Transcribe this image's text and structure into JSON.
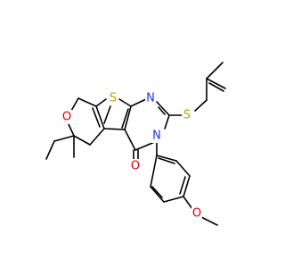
{
  "atoms": [
    {
      "id": "S_thiophene",
      "label": "S",
      "color": "#b8a400"
    },
    {
      "id": "N_upper",
      "label": "N",
      "color": "#2233dd"
    },
    {
      "id": "N_lower",
      "label": "N",
      "color": "#2233dd"
    },
    {
      "id": "S_thioether",
      "label": "S",
      "color": "#b8a400"
    },
    {
      "id": "O_pyran",
      "label": "O",
      "color": "#e00000"
    },
    {
      "id": "O_carbonyl",
      "label": "O",
      "color": "#e00000"
    },
    {
      "id": "O_methoxy",
      "label": "O",
      "color": "#e00000"
    }
  ]
}
